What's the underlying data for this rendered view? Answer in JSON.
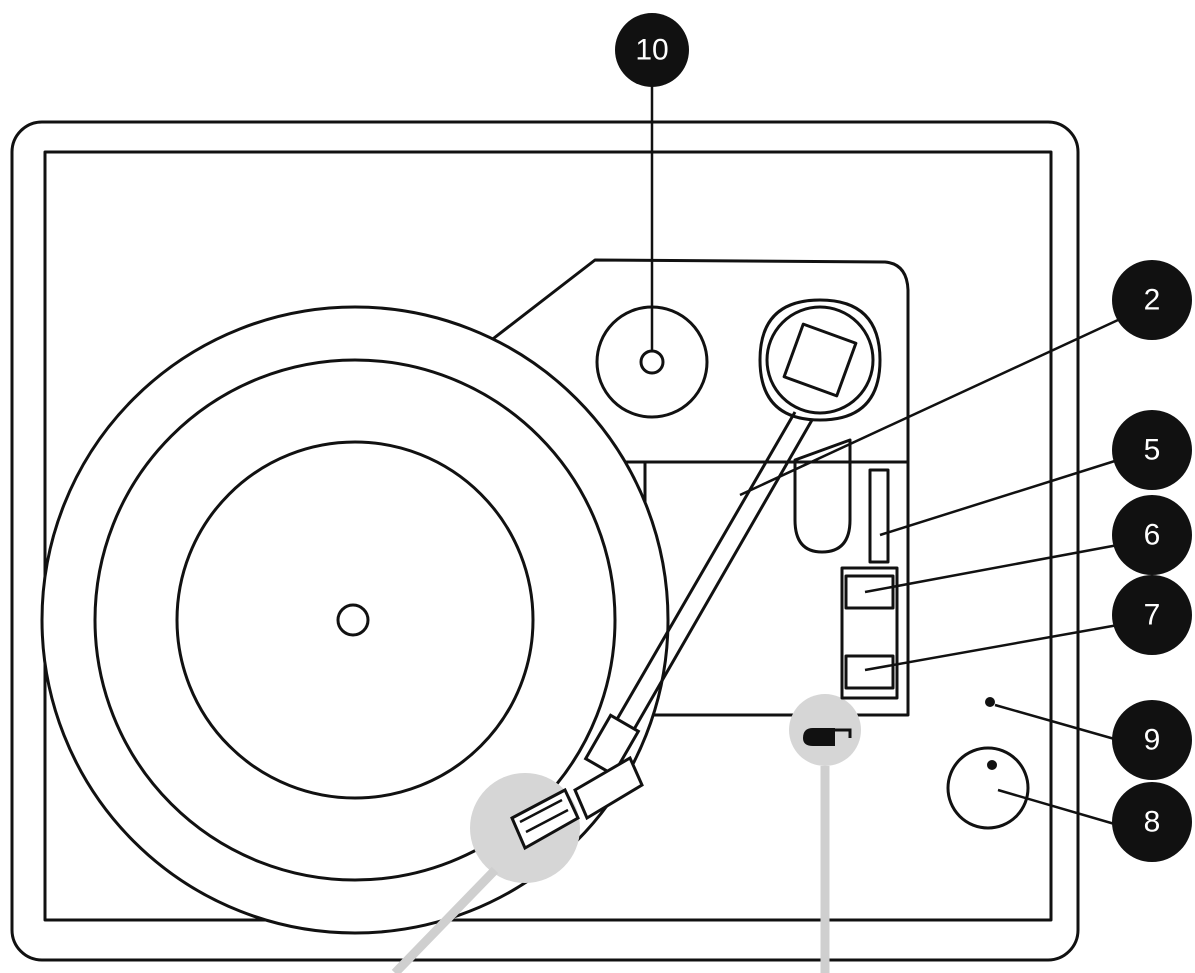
{
  "callouts": {
    "c10": "10",
    "c2": "2",
    "c5": "5",
    "c6": "6",
    "c7": "7",
    "c9": "9",
    "c8": "8"
  },
  "colors": {
    "line": "#111111",
    "callout_fill": "#111111",
    "callout_text": "#ffffff",
    "highlight": "#d6d6d6"
  }
}
